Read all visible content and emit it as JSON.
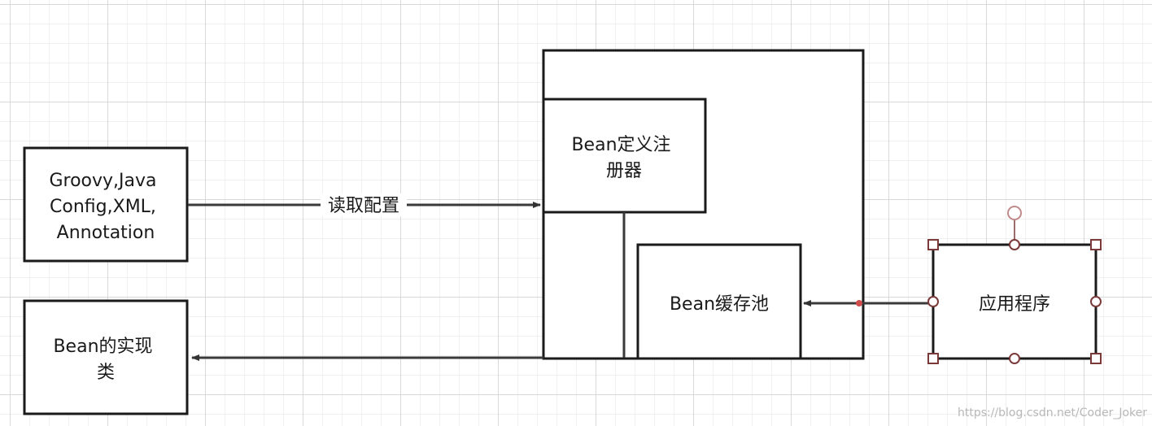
{
  "nodes": {
    "config_sources": {
      "lines": [
        "Groovy,Java",
        "Config,XML,",
        "Annotation"
      ]
    },
    "bean_impl": {
      "lines": [
        "Bean的实现",
        "类"
      ]
    },
    "registry": {
      "lines": [
        "Bean定义注",
        "册器"
      ]
    },
    "bean_cache": {
      "lines": [
        "Bean缓存池"
      ]
    },
    "application": {
      "lines": [
        "应用程序"
      ]
    }
  },
  "edges": {
    "read_config": {
      "label": "读取配置"
    }
  },
  "watermark": "https://blog.csdn.net/Coder_Joker"
}
